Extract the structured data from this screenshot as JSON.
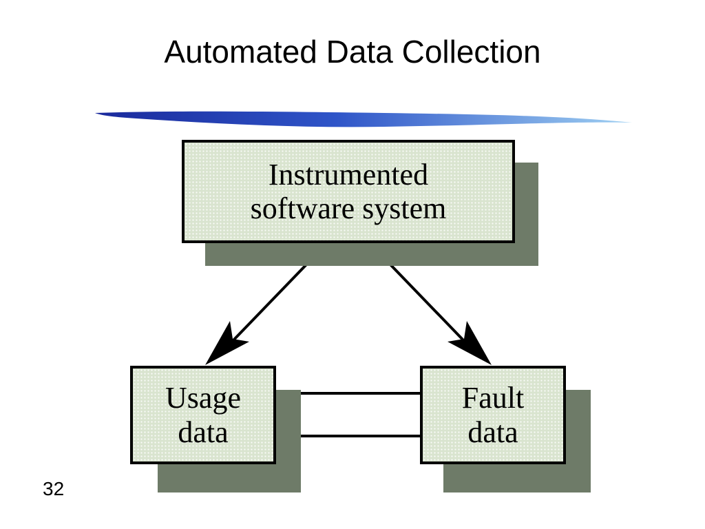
{
  "slide": {
    "title": "Automated Data Collection",
    "page_number": "32"
  },
  "diagram": {
    "nodes": {
      "instrumented": {
        "label": "Instrumented\nsoftware system"
      },
      "usage": {
        "label": "Usage\ndata"
      },
      "fault": {
        "label": "Fault\ndata"
      }
    },
    "edges": [
      {
        "from": "instrumented",
        "to": "usage",
        "type": "arrow"
      },
      {
        "from": "instrumented",
        "to": "fault",
        "type": "arrow"
      },
      {
        "from": "usage",
        "to": "fault",
        "type": "double-line"
      }
    ]
  },
  "colors": {
    "node_fill": "#d9e4cf",
    "node_shadow": "#6e7b68",
    "swash_dark": "#1f2fa8",
    "swash_light": "#8fc3ee"
  }
}
